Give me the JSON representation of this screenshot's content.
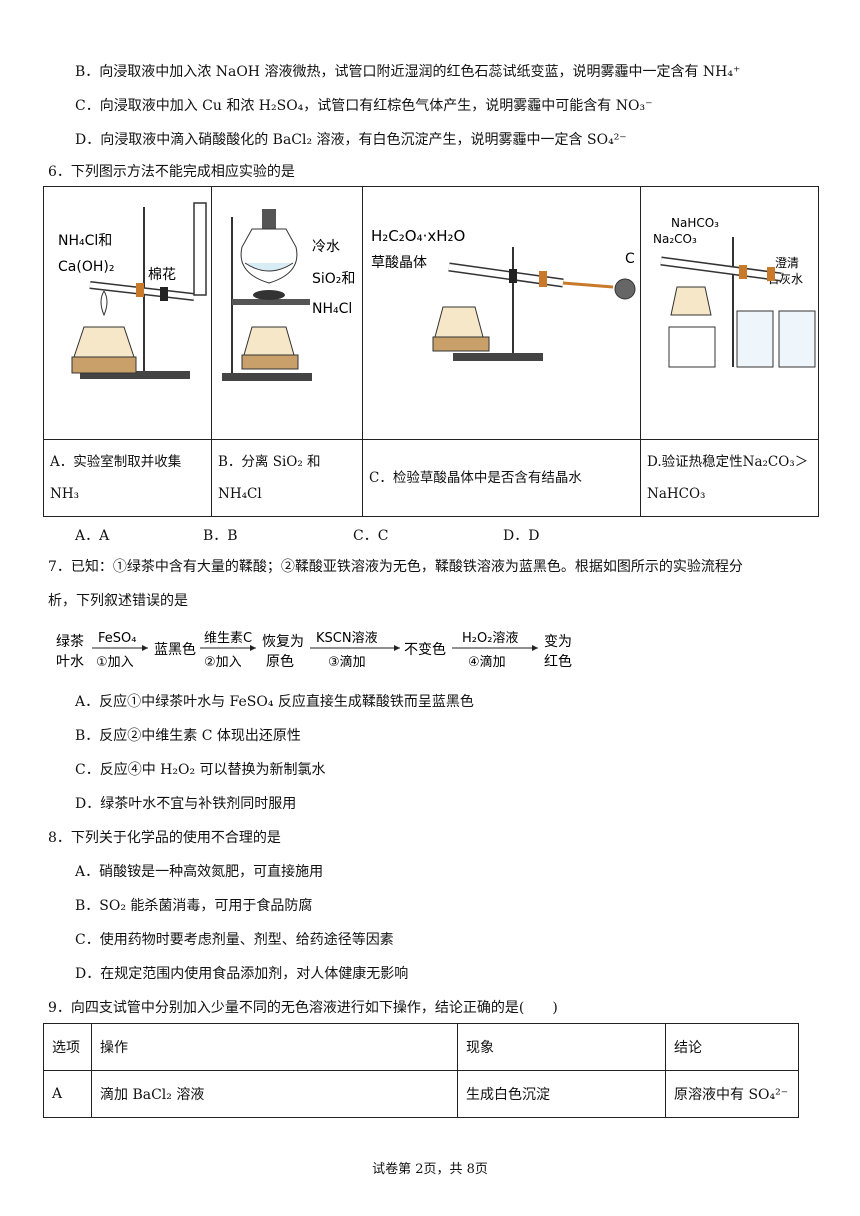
{
  "q5_options": {
    "B": "B．向浸取液中加入浓 NaOH 溶液微热，试管口附近湿润的红色石蕊试纸变蓝，说明雾霾中一定含有 NH₄⁺",
    "C": "C．向浸取液中加入 Cu 和浓 H₂SO₄，试管口有红棕色气体产生，说明雾霾中可能含有 NO₃⁻",
    "D": "D．向浸取液中滴入硝酸酸化的 BaCl₂ 溶液，有白色沉淀产生，说明雾霾中一定含 SO₄²⁻"
  },
  "q6": {
    "stem": "6．下列图示方法不能完成相应实验的是",
    "figA": {
      "label1": "NH₄Cl和",
      "label2": "Ca(OH)₂",
      "label3": "棉花"
    },
    "figB": {
      "label1": "冷水",
      "label2": "SiO₂和",
      "label3": "NH₄Cl"
    },
    "figC": {
      "label1": "H₂C₂O₄·xH₂O",
      "label2": "草酸晶体",
      "label3": "C"
    },
    "figD": {
      "label1": "NaHCO₃",
      "label2": "Na₂CO₃",
      "label3": "澄清",
      "label4": "石灰水"
    },
    "captionA": "A．实验室制取并收集NH₃",
    "captionB": "B．分离 SiO₂ 和NH₄Cl",
    "captionC": "C．检验草酸晶体中是否含有结晶水",
    "captionD": "D.验证热稳定性Na₂CO₃＞NaHCO₃",
    "answers": [
      "A．A",
      "B．B",
      "C．C",
      "D．D"
    ]
  },
  "q7": {
    "stem1": "7．已知：①绿茶中含有大量的鞣酸；②鞣酸亚铁溶液为无色，鞣酸铁溶液为蓝黑色。根据如图所示的实验流程分",
    "stem2": "析，下列叙述错误的是",
    "flow": {
      "start1": "绿茶",
      "start2": "叶水",
      "a1_top": "FeSO₄",
      "a1_bot": "①加入",
      "s1": "蓝黑色",
      "a2_top": "维生素C",
      "a2_bot": "②加入",
      "s2a": "恢复为",
      "s2b": "原色",
      "a3_top": "KSCN溶液",
      "a3_bot": "③滴加",
      "s3": "不变色",
      "a4_top": "H₂O₂溶液",
      "a4_bot": "④滴加",
      "s4a": "变为",
      "s4b": "红色"
    },
    "A": "A．反应①中绿茶叶水与 FeSO₄ 反应直接生成鞣酸铁而呈蓝黑色",
    "B": "B．反应②中维生素 C 体现出还原性",
    "C": "C．反应④中 H₂O₂ 可以替换为新制氯水",
    "D": "D．绿茶叶水不宜与补铁剂同时服用"
  },
  "q8": {
    "stem": "8．下列关于化学品的使用不合理的是",
    "A": "A．硝酸铵是一种高效氮肥，可直接施用",
    "B": "B．SO₂ 能杀菌消毒，可用于食品防腐",
    "C": "C．使用药物时要考虑剂量、剂型、给药途径等因素",
    "D": "D．在规定范围内使用食品添加剂，对人体健康无影响"
  },
  "q9": {
    "stem": "9．向四支试管中分别加入少量不同的无色溶液进行如下操作，结论正确的是(　　)",
    "headers": [
      "选项",
      "操作",
      "现象",
      "结论"
    ],
    "rows": [
      [
        "A",
        "滴加 BaCl₂ 溶液",
        "生成白色沉淀",
        "原溶液中有 SO₄²⁻"
      ]
    ]
  },
  "footer": "试卷第 2页，共 8页"
}
